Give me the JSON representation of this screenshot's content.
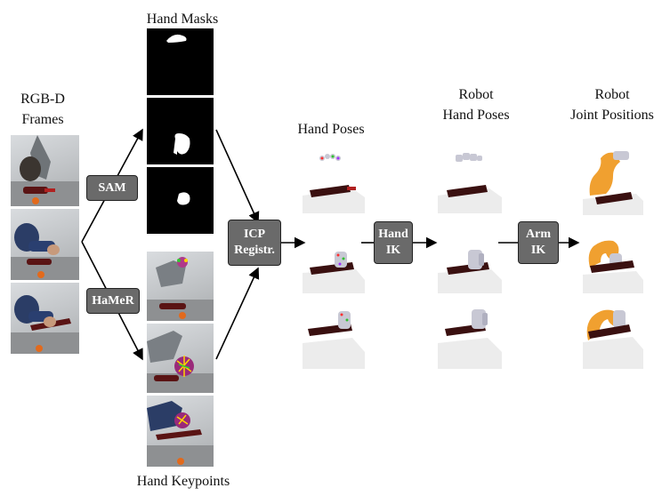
{
  "labels": {
    "rgbd_line1": "RGB-D",
    "rgbd_line2": "Frames",
    "hand_masks": "Hand Masks",
    "hand_keypoints": "Hand Keypoints",
    "hand_poses": "Hand Poses",
    "robot_hand_poses_line1": "Robot",
    "robot_hand_poses_line2": "Hand Poses",
    "robot_joint_line1": "Robot",
    "robot_joint_line2": "Joint Positions"
  },
  "steps": {
    "sam": "SAM",
    "hamer": "HaMeR",
    "icp_line1": "ICP",
    "icp_line2": "Registr.",
    "hand_ik_line1": "Hand",
    "hand_ik_line2": "IK",
    "arm_ik_line1": "Arm",
    "arm_ik_line2": "IK"
  },
  "colors": {
    "box_fill": "#6a6a6a",
    "arrow": "#000000",
    "robot_arm": "#f0a030",
    "brush": "#3a1010"
  }
}
